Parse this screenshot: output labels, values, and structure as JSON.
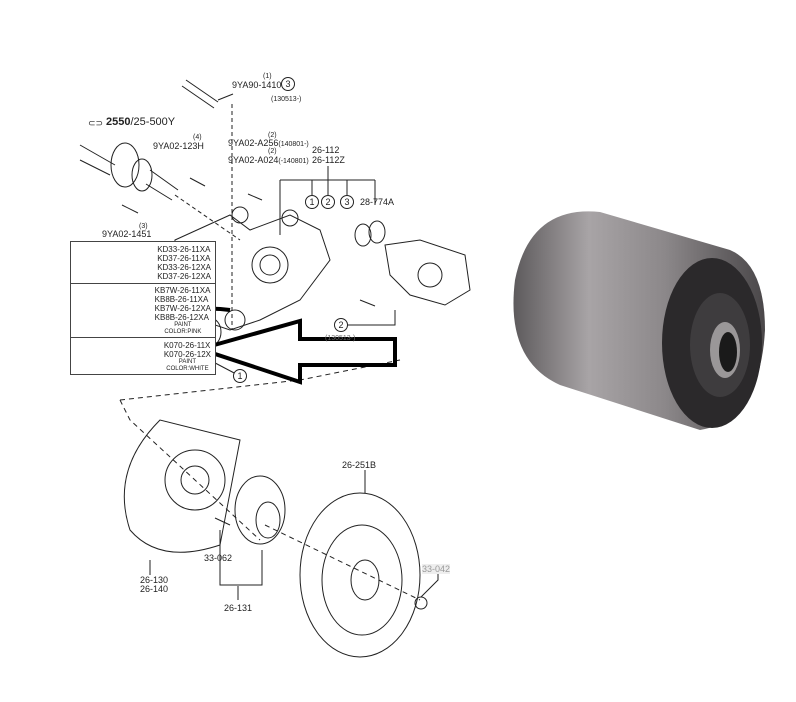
{
  "diagram": {
    "labels": {
      "stud": "9YA90-1410",
      "stud_qty": "(1)",
      "stud_circle": "3",
      "stud_date": "(130513-)",
      "shaft_prefix": "2550",
      "shaft_suffix": "/25-500Y",
      "bolt_a": "9YA02-123H",
      "bolt_a_qty": "(4)",
      "bolt_b": "9YA02-A256",
      "bolt_b_qty": "(2)",
      "bolt_b_date": "(140801-)",
      "bolt_c": "9YA02-A024",
      "bolt_c_qty": "(2)",
      "bolt_c_date": "(-140801)",
      "knuckle": "26-112",
      "knuckle_z": "26-112Z",
      "c1": "1",
      "c2": "2",
      "c3": "3",
      "bushing": "28-774A",
      "bolt_d": "9YA02-1451",
      "bolt_d_qty": "(3)",
      "bolt_e_circle": "2",
      "bolt_e_date": "(130513-)",
      "bushing_circle": "1",
      "shield": "26-130",
      "shield_b": "26-140",
      "hub_bolt": "33-062",
      "hub": "26-131",
      "disc": "26-251B",
      "nut": "33-042"
    },
    "legend": [
      {
        "parts": [
          "KD33-26-11XA",
          "KD37-26-11XA",
          "KD33-26-12XA",
          "KD37-26-12XA"
        ]
      },
      {
        "parts": [
          "KB7W-26-11XA",
          "KB8B-26-11XA",
          "KB7W-26-12XA",
          "KB8B-26-12XA"
        ],
        "note1": "PAINT",
        "note2": "COLOR:PINK"
      },
      {
        "parts": [
          "K070-26-11X",
          "K070-26-12X"
        ],
        "note1": "PAINT",
        "note2": "COLOR:WHITE"
      }
    ]
  }
}
